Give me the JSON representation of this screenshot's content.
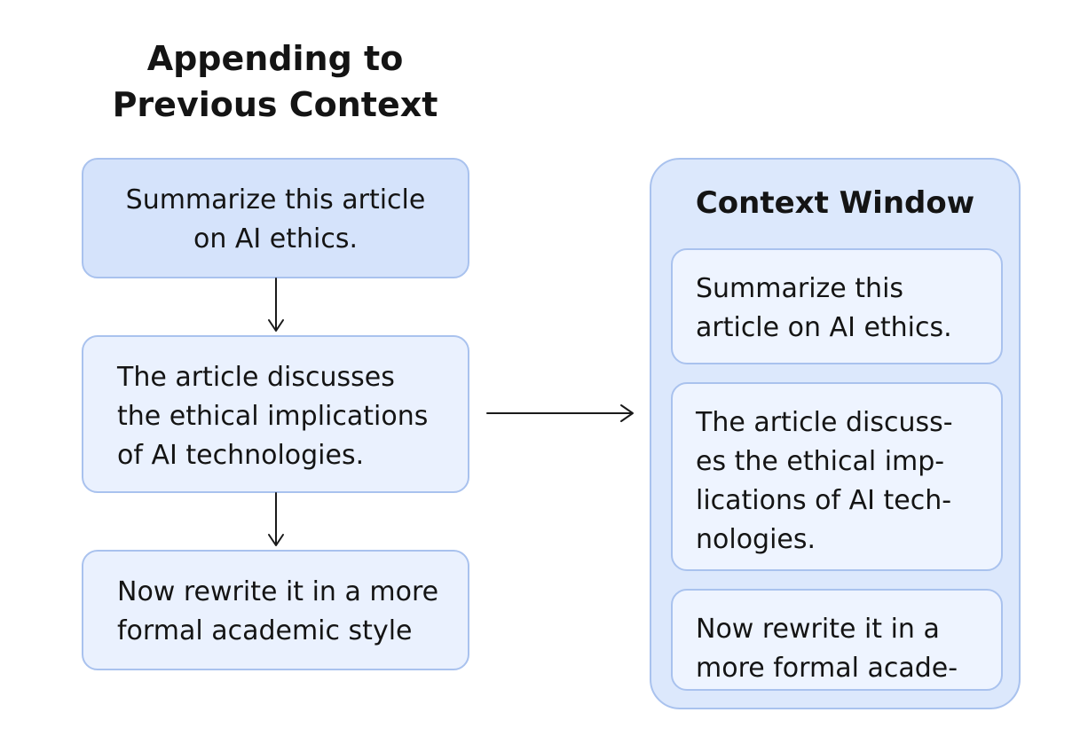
{
  "title": "Appending to\nPrevious Context",
  "conversation": {
    "steps": [
      {
        "text": "Summarize this article\non AI ethics."
      },
      {
        "text": "The article discusses\nthe ethical implications\nof AI technologies."
      },
      {
        "text": "Now rewrite it in a more\nformal academic style"
      }
    ]
  },
  "context_window": {
    "title": "Context Window",
    "items": [
      {
        "text": "Summarize this\narticle on AI ethics."
      },
      {
        "text": "The article discuss-\nes the ethical imp-\nlications of AI tech-\nnologies."
      },
      {
        "text": "Now rewrite it in a\nmore formal acade-"
      }
    ]
  },
  "colors": {
    "border": "#a9c2ee",
    "highlight_fill": "#d5e3fb",
    "box_fill": "#eaf1fe",
    "window_fill": "#dce8fc",
    "arrow": "#1a1a1a"
  }
}
